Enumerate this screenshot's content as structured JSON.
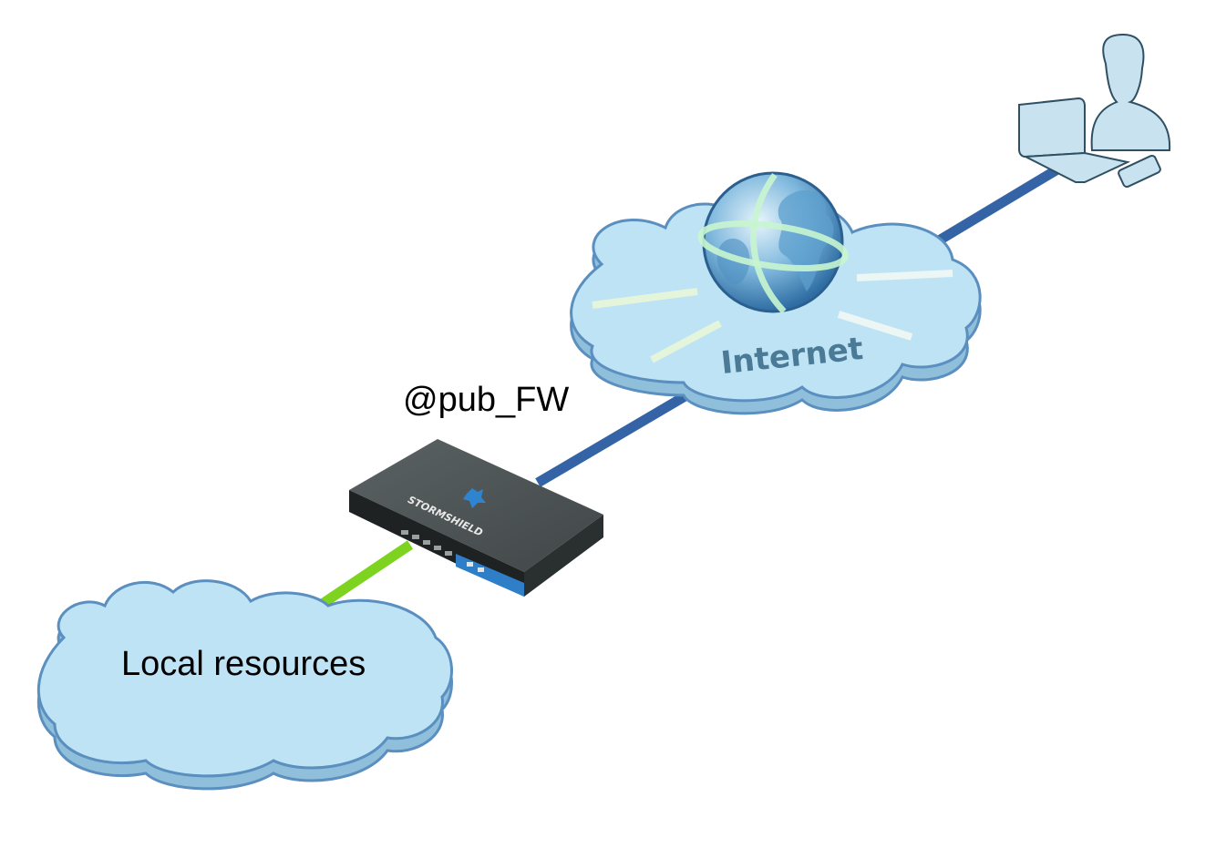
{
  "diagram": {
    "firewall": {
      "label": "@pub_FW",
      "brand": "STORMSHIELD"
    },
    "internet": {
      "label": "Internet"
    },
    "local": {
      "label": "Local resources"
    },
    "links": [
      {
        "from": "remote-user",
        "to": "internet",
        "color": "#3464a6"
      },
      {
        "from": "internet",
        "to": "firewall",
        "color": "#3464a6"
      },
      {
        "from": "firewall",
        "to": "local-resources",
        "color": "#7ed321"
      }
    ],
    "colors": {
      "cloud_fill": "#bde3f5",
      "cloud_shade": "#8fbfdb",
      "cloud_stroke": "#5a8fbf",
      "wan_link": "#3464a6",
      "lan_link": "#7ed321",
      "firewall_body": "#4a5152"
    }
  }
}
